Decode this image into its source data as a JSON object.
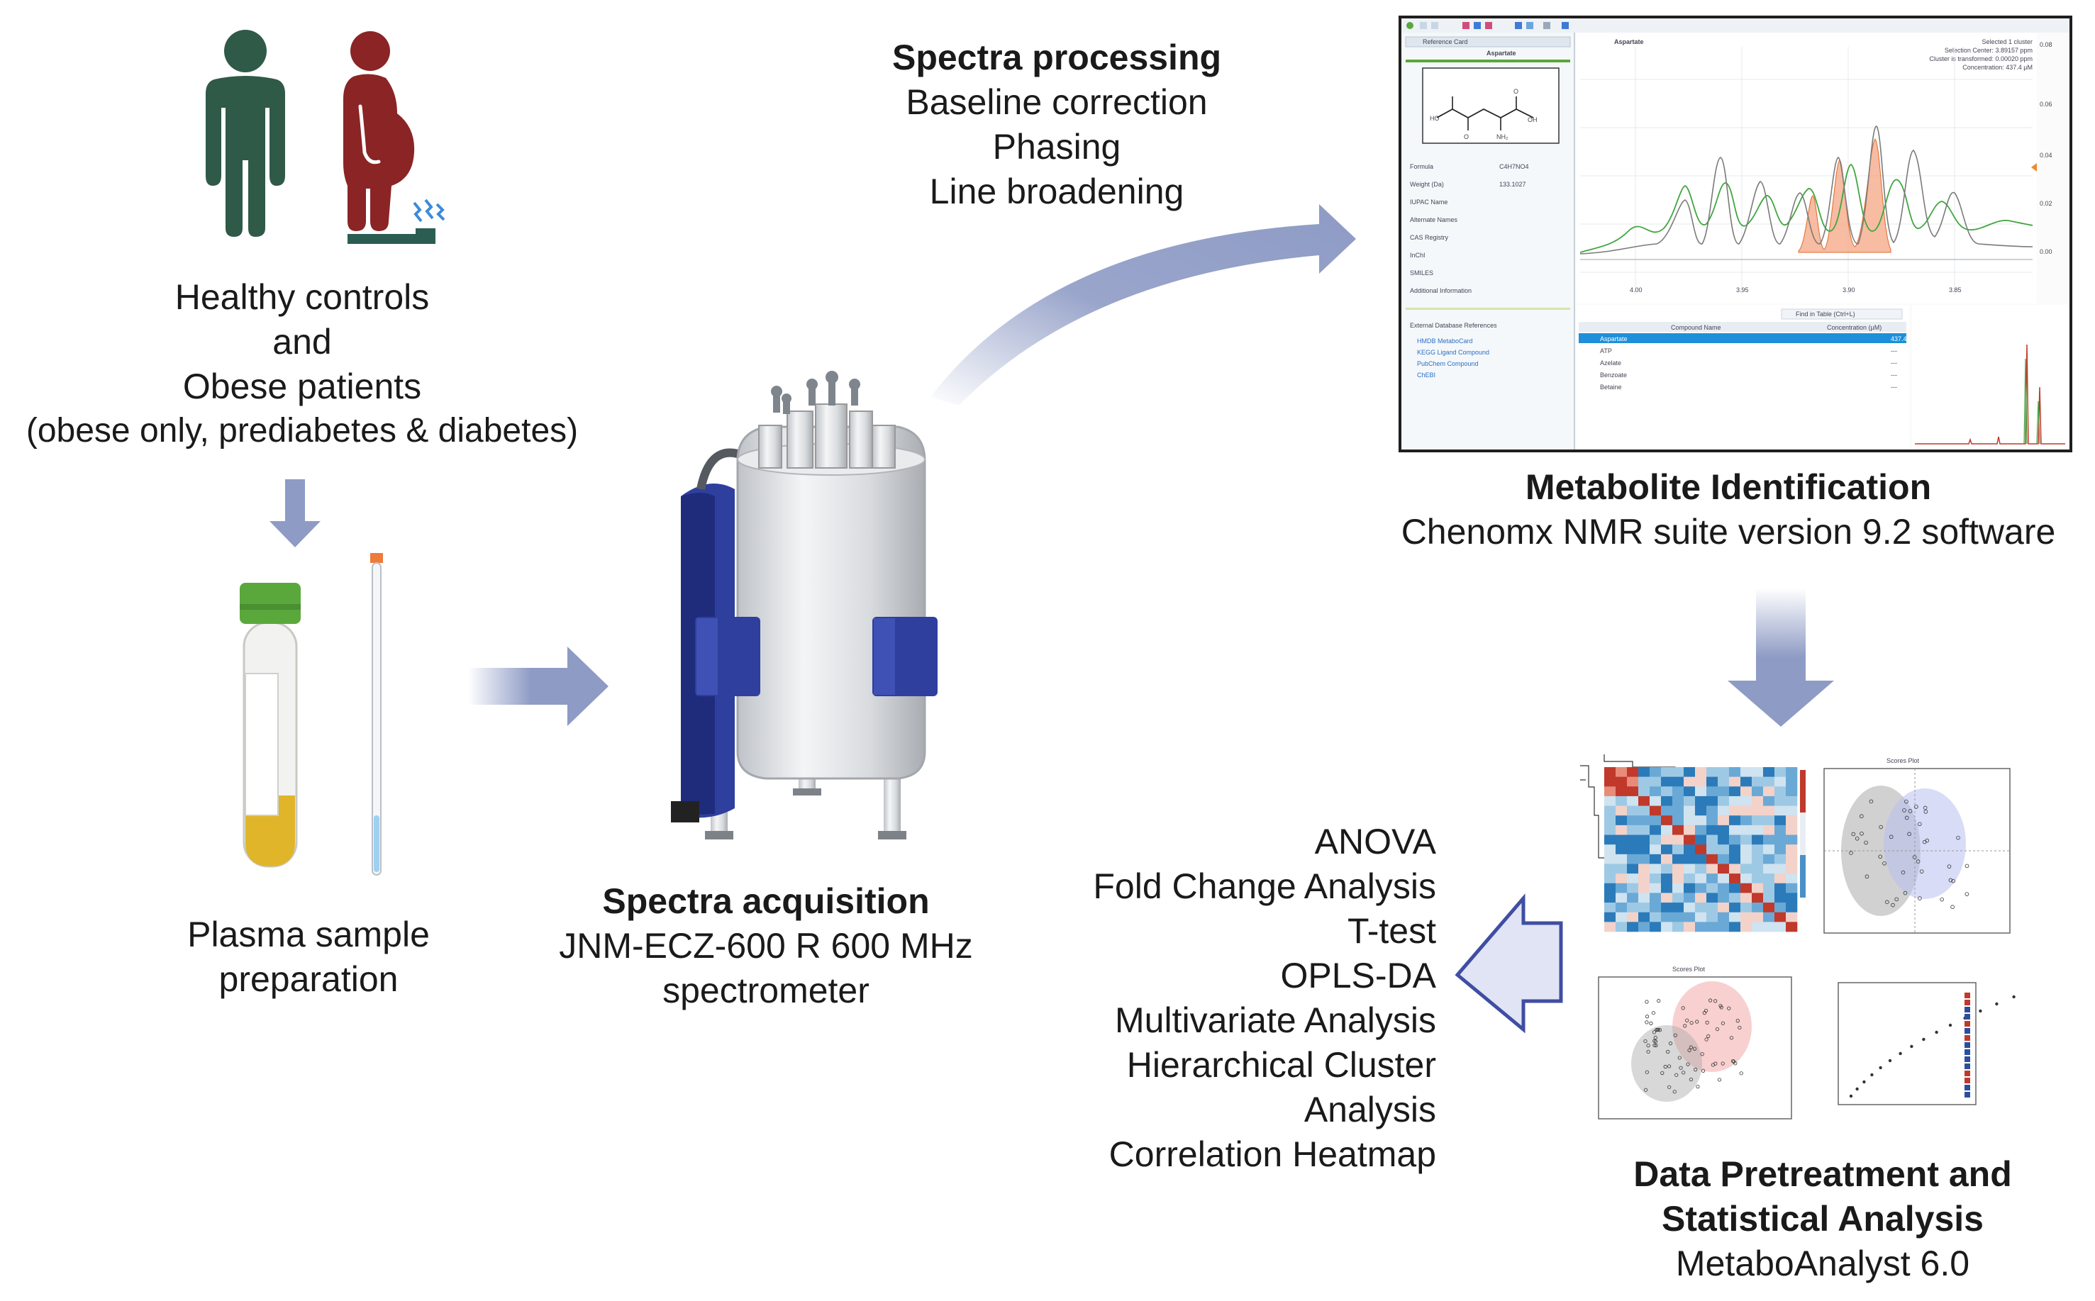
{
  "colors": {
    "arrow": "#8e9bc5",
    "healthy_figure": "#2f5a47",
    "obese_figure": "#8b2424",
    "magnet_blue": "#2f3f9e",
    "tube_cap_green": "#5aa83c",
    "plasma_yellow": "#e0b52a"
  },
  "subjects": {
    "line1": "Healthy controls",
    "line2": "and",
    "line3": "Obese patients",
    "line4": "(obese only, prediabetes & diabetes)"
  },
  "sample_prep": {
    "line1": "Plasma sample",
    "line2": "preparation"
  },
  "acquisition": {
    "title": "Spectra acquisition",
    "line1": "JNM-ECZ-600 R 600 MHz",
    "line2": "spectrometer"
  },
  "processing": {
    "title": "Spectra processing",
    "steps": [
      "Baseline correction",
      "Phasing",
      "Line broadening"
    ]
  },
  "identification": {
    "title": "Metabolite Identification",
    "subtitle": "Chenomx NMR suite version 9.2 software"
  },
  "chenomx": {
    "dropdown": "Reference Card",
    "compound": "Aspartate",
    "props": [
      "Formula",
      "Weight (Da)",
      "IUPAC Name",
      "Alternate Names",
      "CAS Registry",
      "InChI",
      "SMILES",
      "Additional Information"
    ],
    "formula": "C4H7NO4",
    "weight": "133.1027",
    "ext_header": "External Database References",
    "ext_links": [
      "HMDB MetaboCard",
      "KEGG Ligand Compound",
      "PubChem Compound",
      "ChEBI"
    ],
    "info_lines": [
      "Selected 1 cluster",
      "Selection Center: 3.89157 ppm",
      "Cluster is transformed: 0.00020 ppm",
      "Concentration: 437.4 µM"
    ],
    "ppm_ticks": [
      "4.00",
      "3.95",
      "3.90",
      "3.85"
    ],
    "y_ticks": [
      "0.08",
      "0.06",
      "0.04",
      "0.02",
      "0.00"
    ],
    "table_search": "Find in Table (Ctrl+L)",
    "table_headers": [
      "Compound Name",
      "Concentration (µM)"
    ],
    "table_rows": [
      {
        "name": "Aspartate",
        "conc": "437.4"
      },
      {
        "name": "ATP",
        "conc": "---"
      },
      {
        "name": "Azelate",
        "conc": "---"
      },
      {
        "name": "Benzoate",
        "conc": "---"
      },
      {
        "name": "Betaine",
        "conc": "---"
      }
    ]
  },
  "stats_methods": [
    "ANOVA",
    "Fold Change Analysis",
    "T-test",
    "OPLS-DA",
    "Multivariate Analysis",
    "Hierarchical Cluster",
    "Analysis",
    "Correlation Heatmap"
  ],
  "pretreatment": {
    "title_line1": "Data Pretreatment and",
    "title_line2": "Statistical Analysis",
    "software": "MetaboAnalyst 6.0"
  },
  "plots": {
    "scores_title": "Scores Plot"
  }
}
